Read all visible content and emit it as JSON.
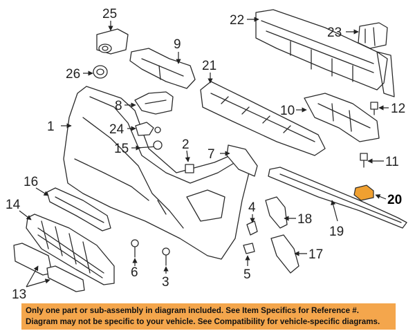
{
  "diagram": {
    "highlight_color": "#f0a030",
    "highlighted_part": "20",
    "callouts": {
      "c1": "1",
      "c2": "2",
      "c3": "3",
      "c4": "4",
      "c5": "5",
      "c6": "6",
      "c7": "7",
      "c8": "8",
      "c9": "9",
      "c10": "10",
      "c11": "11",
      "c12": "12",
      "c13": "13",
      "c14": "14",
      "c15": "15",
      "c16": "16",
      "c17": "17",
      "c18": "18",
      "c19": "19",
      "c20": "20",
      "c21": "21",
      "c22": "22",
      "c23": "23",
      "c24": "24",
      "c25": "25",
      "c26": "26"
    }
  },
  "notice": {
    "background": "#f4a64c",
    "line1": "Only one part or sub-assembly in diagram included. See Item Specifics for Reference #.",
    "line2": "Diagram may not be specific to your vehicle. See Compatibility for vehicle-specific diagrams."
  }
}
